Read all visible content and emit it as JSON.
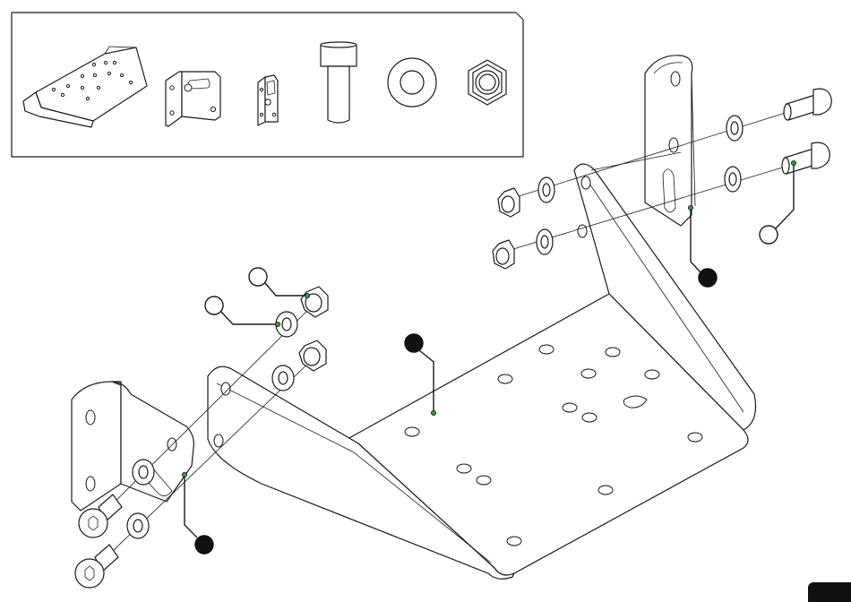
{
  "colors": {
    "line": "#1a1a1a",
    "dot_marker": "#2e9e3e",
    "callout_filled": "#111111",
    "background": "#ffffff"
  },
  "parts_inventory": {
    "items": [
      {
        "icon": "main-bracket-plate-icon"
      },
      {
        "icon": "large-l-bracket-icon"
      },
      {
        "icon": "small-l-bracket-icon"
      },
      {
        "icon": "socket-head-bolt-icon"
      },
      {
        "icon": "washer-icon"
      },
      {
        "icon": "hex-nut-icon"
      }
    ]
  },
  "callouts": [
    {
      "id": "center-plate",
      "style": "filled"
    },
    {
      "id": "upper-right-bracket",
      "style": "filled"
    },
    {
      "id": "upper-right-bolt",
      "style": "open"
    },
    {
      "id": "left-nut",
      "style": "open"
    },
    {
      "id": "left-washer",
      "style": "open"
    },
    {
      "id": "left-bracket",
      "style": "filled"
    }
  ]
}
